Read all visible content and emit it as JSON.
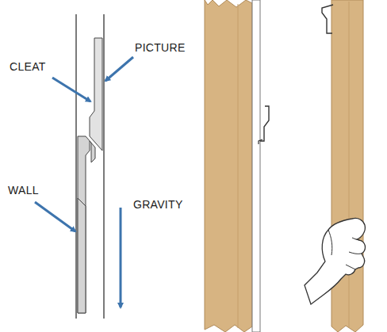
{
  "diagram": {
    "labels": [
      "CLEAT",
      "PICTURE",
      "WALL",
      "GRAVITY"
    ]
  }
}
